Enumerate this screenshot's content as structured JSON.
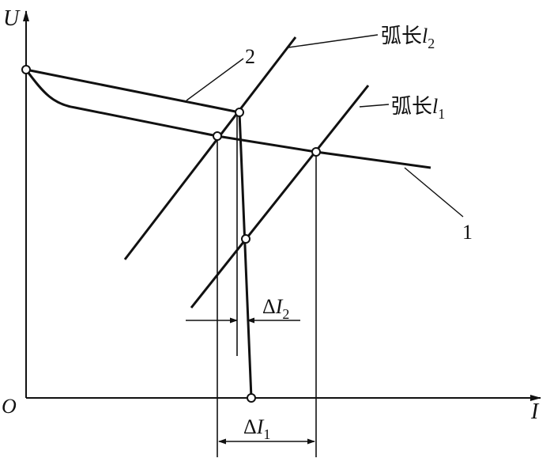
{
  "figure": {
    "background": "#ffffff",
    "ink": "#111111",
    "axes": {
      "origin_label": "O",
      "x_label": "I",
      "y_label": "U"
    },
    "curve_labels": {
      "curve_1": "1",
      "curve_2": "2"
    },
    "arc_labels": {
      "arc_l2": {
        "prefix": "弧长",
        "var": "l",
        "sub": "2"
      },
      "arc_l1": {
        "prefix": "弧长",
        "var": "l",
        "sub": "1"
      }
    },
    "delta_labels": {
      "delta_i2": {
        "symbol": "Δ",
        "var": "I",
        "sub": "2"
      },
      "delta_i1": {
        "symbol": "Δ",
        "var": "I",
        "sub": "1"
      }
    }
  }
}
